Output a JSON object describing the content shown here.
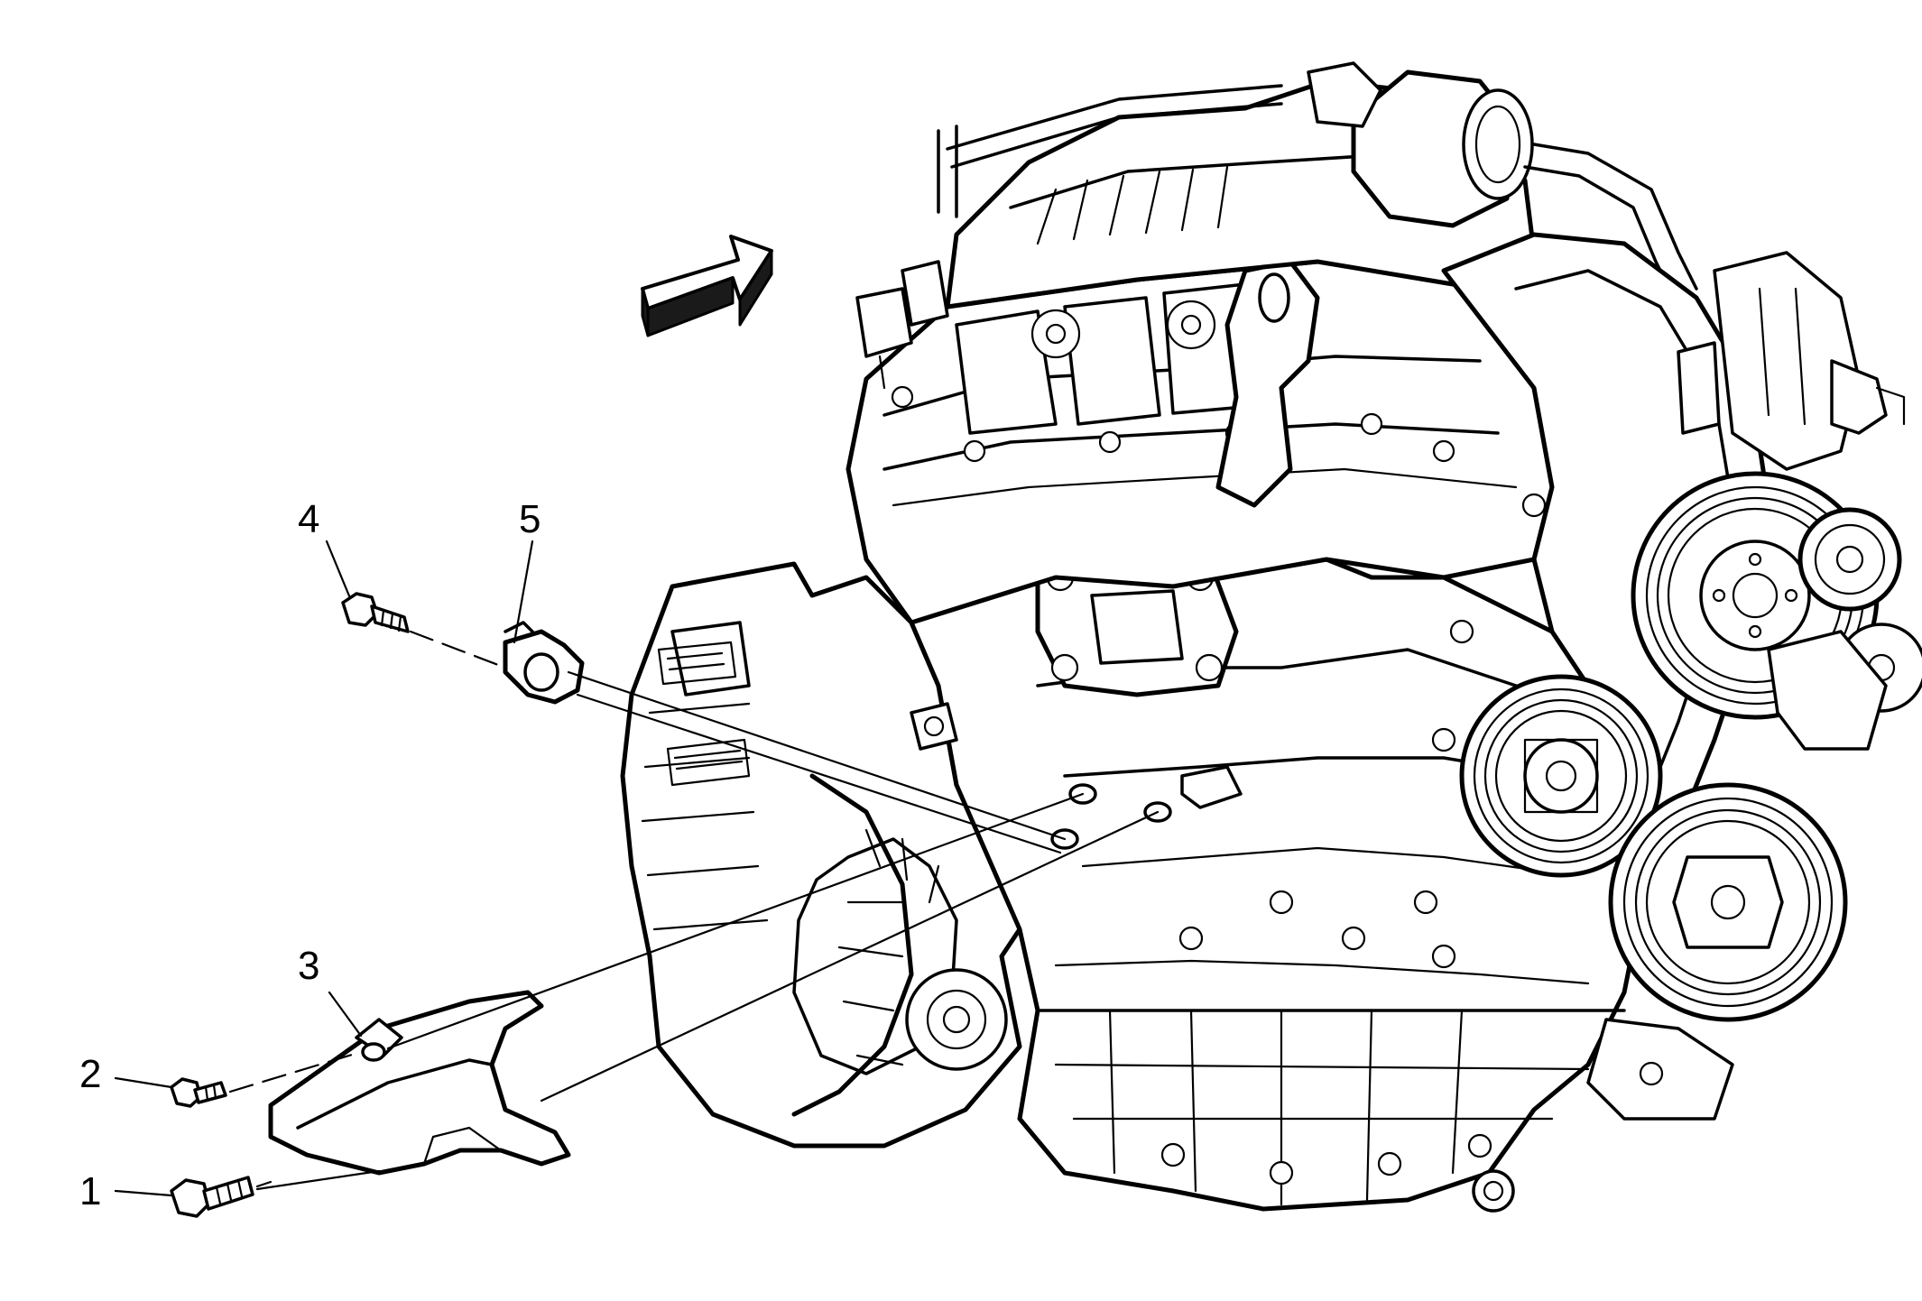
{
  "callouts": [
    {
      "id": "1",
      "label": "1"
    },
    {
      "id": "2",
      "label": "2"
    },
    {
      "id": "3",
      "label": "3"
    },
    {
      "id": "4",
      "label": "4"
    },
    {
      "id": "5",
      "label": "5"
    }
  ],
  "colors": {
    "ink": "#000000",
    "background": "#ffffff",
    "arrow_shade": "#1a1a1a"
  },
  "icons": {
    "direction_arrow": "forward-direction-arrow-icon"
  }
}
